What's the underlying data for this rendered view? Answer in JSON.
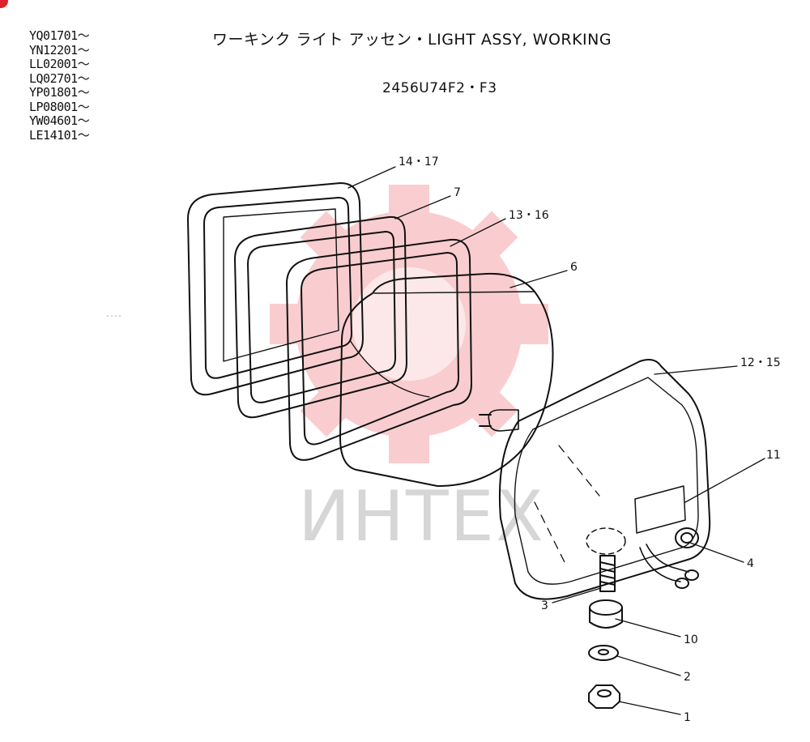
{
  "serial_ranges": [
    "YQ01701～",
    "YN12201～",
    "LL02001～",
    "LQ02701～",
    "YP01801～",
    "LP08001～",
    "YW04601～",
    "LE14101～"
  ],
  "title": "ワーキンク ライト アッセン・LIGHT ASSY, WORKING",
  "part_number": "2456U74F2・F3",
  "callouts": {
    "c14_17": "14・17",
    "c7": "7",
    "c13_16": "13・16",
    "c6": "6",
    "c12_15": "12・15",
    "c11": "11",
    "c4": "4",
    "c3": "3",
    "c10": "10",
    "c2": "2",
    "c1": "1"
  },
  "watermark": {
    "text": "ИНТЕХ",
    "logo": "gear-logo",
    "color": "#e8202a"
  }
}
